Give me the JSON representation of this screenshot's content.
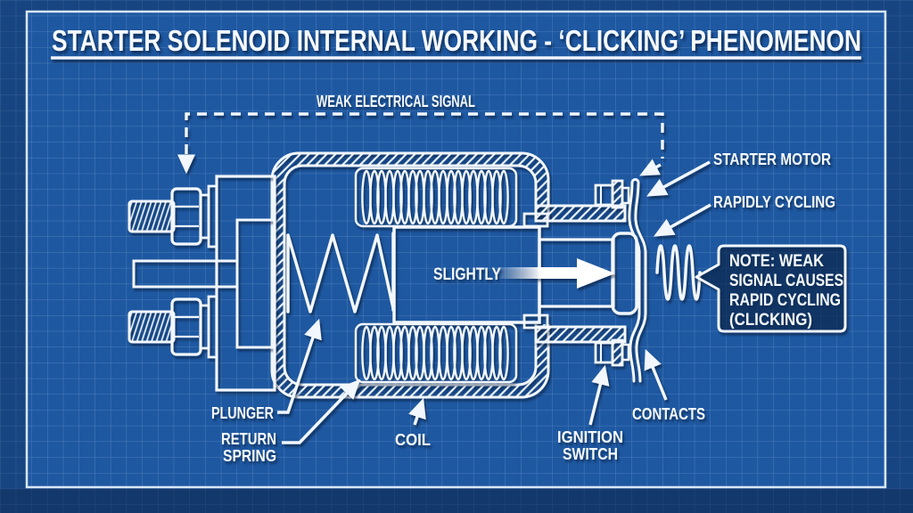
{
  "title": "STARTER SOLENOID INTERNAL WORKING - ‘CLICKING’ PHENOMENON",
  "colors": {
    "background": "#1e58a1",
    "outer_dim": "#0f3466",
    "grid_line": "#cde0f6",
    "ink": "#f2f7fd",
    "frame": "#d9e6f4",
    "note_fill": "#0d2c59"
  },
  "labels": {
    "weak_signal": "WEAK ELECTRICAL SIGNAL",
    "starter_motor": "STARTER MOTOR",
    "rapidly_cycling": "RAPIDLY CYCLING",
    "slightly": "SLIGHTLY",
    "plunger": "PLUNGER",
    "return_spring_line1": "RETURN",
    "return_spring_line2": "SPRING",
    "coil": "COIL",
    "ignition_switch_line1": "IGNITION",
    "ignition_switch_line2": "SWITCH",
    "contacts": "CONTACTS"
  },
  "note": {
    "line1": "NOTE: WEAK",
    "line2": "SIGNAL CAUSES",
    "line3": "RAPID CYCLING",
    "line4": "(CLICKING)"
  }
}
